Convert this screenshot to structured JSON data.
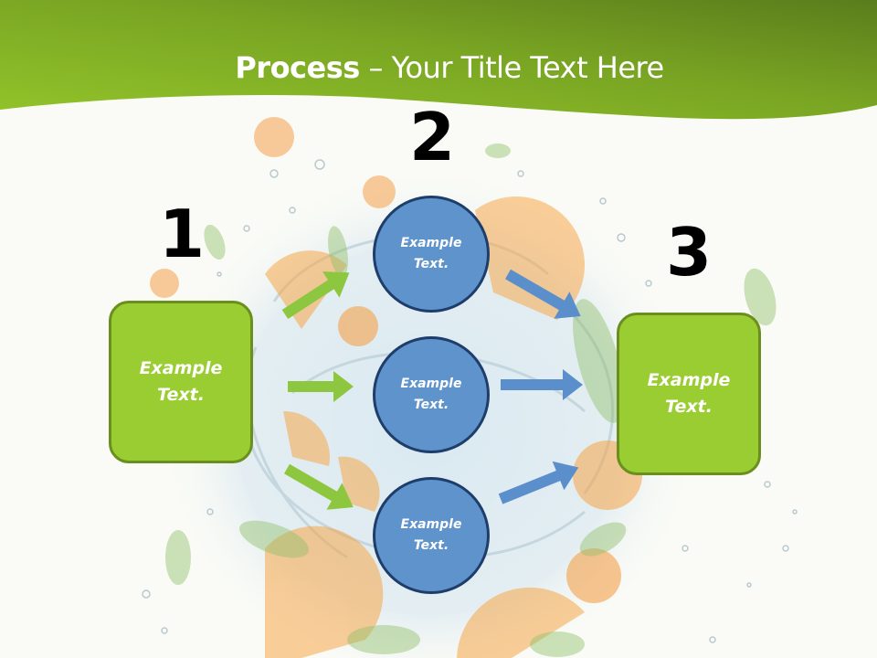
{
  "slide": {
    "title_bold": "Process",
    "title_rest": " – Your Title Text Here"
  },
  "steps": [
    {
      "number": "1",
      "label_line1": "Example",
      "label_line2": "Text."
    },
    {
      "number": "2"
    },
    {
      "number": "3",
      "label_line1": "Example",
      "label_line2": "Text."
    }
  ],
  "circles": [
    {
      "label_line1": "Example",
      "label_line2": "Text."
    },
    {
      "label_line1": "Example",
      "label_line2": "Text."
    },
    {
      "label_line1": "Example",
      "label_line2": "Text."
    }
  ],
  "colors": {
    "header_green_dark": "#5a7d1c",
    "header_green_light": "#93c42a",
    "box_green": "#9acd32",
    "circle_blue": "#5f93cc",
    "circle_border": "#1f3d6a",
    "arrow_green": "#8dc63f",
    "arrow_blue": "#5b8fcb"
  }
}
